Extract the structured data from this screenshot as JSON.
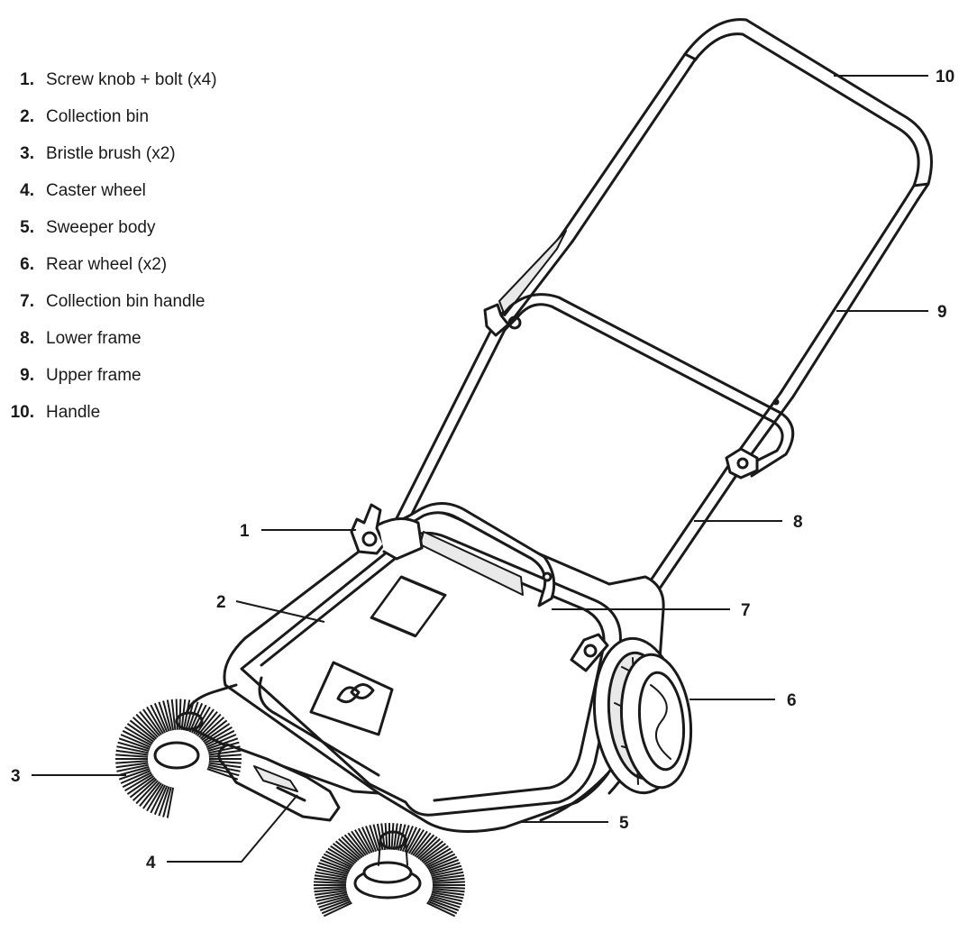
{
  "parts": [
    {
      "number": "1.",
      "label": "Screw knob + bolt (x4)"
    },
    {
      "number": "2.",
      "label": "Collection bin"
    },
    {
      "number": "3.",
      "label": "Bristle brush (x2)"
    },
    {
      "number": "4.",
      "label": "Caster wheel"
    },
    {
      "number": "5.",
      "label": "Sweeper body"
    },
    {
      "number": "6.",
      "label": "Rear wheel (x2)"
    },
    {
      "number": "7.",
      "label": "Collection bin handle"
    },
    {
      "number": "8.",
      "label": "Lower frame"
    },
    {
      "number": "9.",
      "label": "Upper frame"
    },
    {
      "number": "10.",
      "label": "Handle"
    }
  ],
  "callouts": {
    "c1": "1",
    "c2": "2",
    "c3": "3",
    "c4": "4",
    "c5": "5",
    "c6": "6",
    "c7": "7",
    "c8": "8",
    "c9": "9",
    "c10": "10"
  },
  "colors": {
    "line": "#1a1a1a",
    "fill": "#ffffff",
    "shade": "#e9e9e9"
  }
}
